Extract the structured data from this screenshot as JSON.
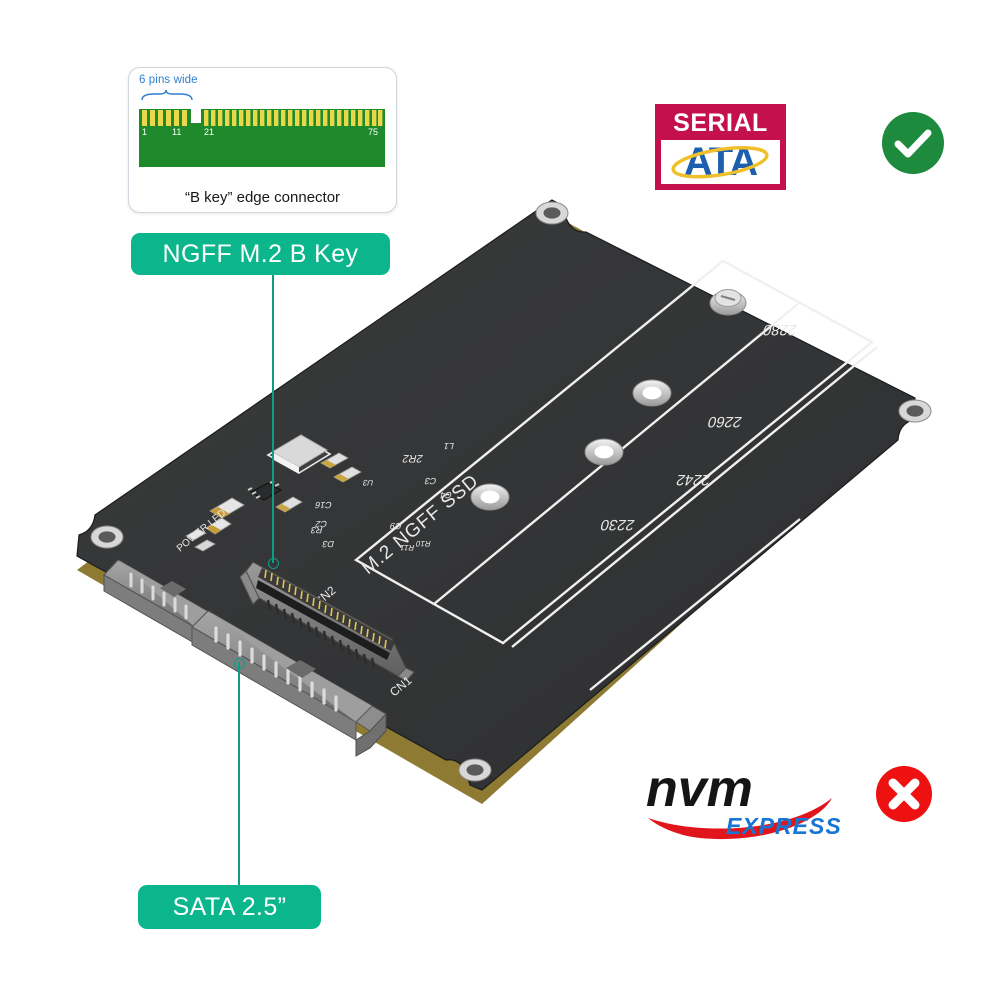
{
  "page": {
    "background": "#ffffff",
    "product": "M.2 NGFF SSD to SATA 2.5 inch adapter card"
  },
  "bkey_callout": {
    "pins_wide_label": "6 pins wide",
    "caption": "“B key”  edge connector",
    "pin_labels": [
      "1",
      "11",
      "21",
      "75"
    ],
    "left_pad_count": 6,
    "right_pad_count": 28,
    "pcb_color": "#1f8a2b",
    "pad_color": "#e8d84a",
    "label_color": "#2f7fd0"
  },
  "labels": {
    "ngff": "NGFF M.2 B Key",
    "sata": "SATA  2.5”",
    "pill_color": "#0cb68c",
    "leader_color": "#0f9d84"
  },
  "badges": {
    "supported": {
      "icon": "check-icon",
      "color": "#1d8a3d"
    },
    "unsupported": {
      "icon": "cross-icon",
      "color": "#ee1111"
    }
  },
  "logos": {
    "sata": {
      "top_text": "SERIAL",
      "bottom_text": "ATA",
      "frame_color": "#c4114d",
      "text_color": "#1c5fae",
      "swoosh_color": "#f0c02a"
    },
    "nvme": {
      "mark_text": "nvm",
      "sub_text": "EXPRESS",
      "mark_color": "#151515",
      "sub_color": "#1576d4",
      "swoosh_color": "#e0161c"
    }
  },
  "board": {
    "pcb_color": "#343536",
    "pcb_edge_color": "#8e7a33",
    "silkscreen_color": "#e8e8e8",
    "main_silkscreen": "M.2  NGFF SSD",
    "m2_slot_designator": "CN2",
    "sata_connector_designator": "CN1",
    "power_led_label": "POWER LED",
    "inductor_marking": "2R2",
    "mount_positions": [
      "2230",
      "2242",
      "2260",
      "2280"
    ],
    "components": [
      "L1",
      "U3",
      "C3",
      "C4",
      "C9",
      "C2",
      "C16",
      "R3",
      "D3",
      "R10",
      "R11"
    ],
    "corner_hole_count": 4
  }
}
